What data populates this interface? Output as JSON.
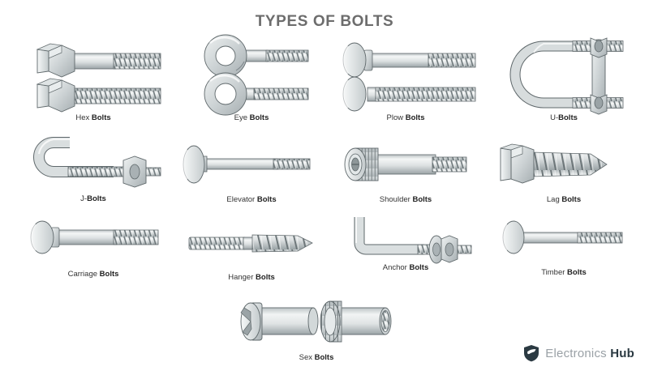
{
  "title": "TYPES OF BOLTS",
  "background_color": "#ffffff",
  "title_color": "#6d6d6d",
  "caption_color": "#333333",
  "metal_colors": {
    "light": "#f2f4f4",
    "mid": "#c9cfd1",
    "dark": "#9aa3a6",
    "outline": "#5a6366",
    "shadow": "#7d868a"
  },
  "items": [
    {
      "id": "hex-bolts",
      "name_prefix": "Hex ",
      "name_suffix": "Bolts",
      "row": 1,
      "col": 1
    },
    {
      "id": "eye-bolts",
      "name_prefix": "Eye ",
      "name_suffix": "Bolts",
      "row": 1,
      "col": 2
    },
    {
      "id": "plow-bolts",
      "name_prefix": "Plow ",
      "name_suffix": "Bolts",
      "row": 1,
      "col": 3
    },
    {
      "id": "u-bolts",
      "name_prefix": "U-",
      "name_suffix": "Bolts",
      "row": 1,
      "col": 4
    },
    {
      "id": "j-bolts",
      "name_prefix": "J-",
      "name_suffix": "Bolts",
      "row": 2,
      "col": 1
    },
    {
      "id": "elevator-bolts",
      "name_prefix": "Elevator ",
      "name_suffix": "Bolts",
      "row": 2,
      "col": 2
    },
    {
      "id": "shoulder-bolts",
      "name_prefix": "Shoulder ",
      "name_suffix": "Bolts",
      "row": 2,
      "col": 3
    },
    {
      "id": "lag-bolts",
      "name_prefix": "Lag ",
      "name_suffix": "Bolts",
      "row": 2,
      "col": 4
    },
    {
      "id": "carriage-bolts",
      "name_prefix": "Carriage ",
      "name_suffix": "Bolts",
      "row": 3,
      "col": 1
    },
    {
      "id": "hanger-bolts",
      "name_prefix": "Hanger ",
      "name_suffix": "Bolts",
      "row": 3,
      "col": 2
    },
    {
      "id": "anchor-bolts",
      "name_prefix": "Anchor ",
      "name_suffix": "Bolts",
      "row": 3,
      "col": 3
    },
    {
      "id": "timber-bolts",
      "name_prefix": "Timber ",
      "name_suffix": "Bolts",
      "row": 3,
      "col": 4
    },
    {
      "id": "sex-bolts",
      "name_prefix": "Sex ",
      "name_suffix": "Bolts",
      "row": 4,
      "col": 0
    }
  ],
  "logo": {
    "icon": "shield-leaf-icon",
    "text_light": "Electronics ",
    "text_bold": "Hub",
    "light_color": "#9aa1a6",
    "bold_color": "#2b3a42"
  }
}
